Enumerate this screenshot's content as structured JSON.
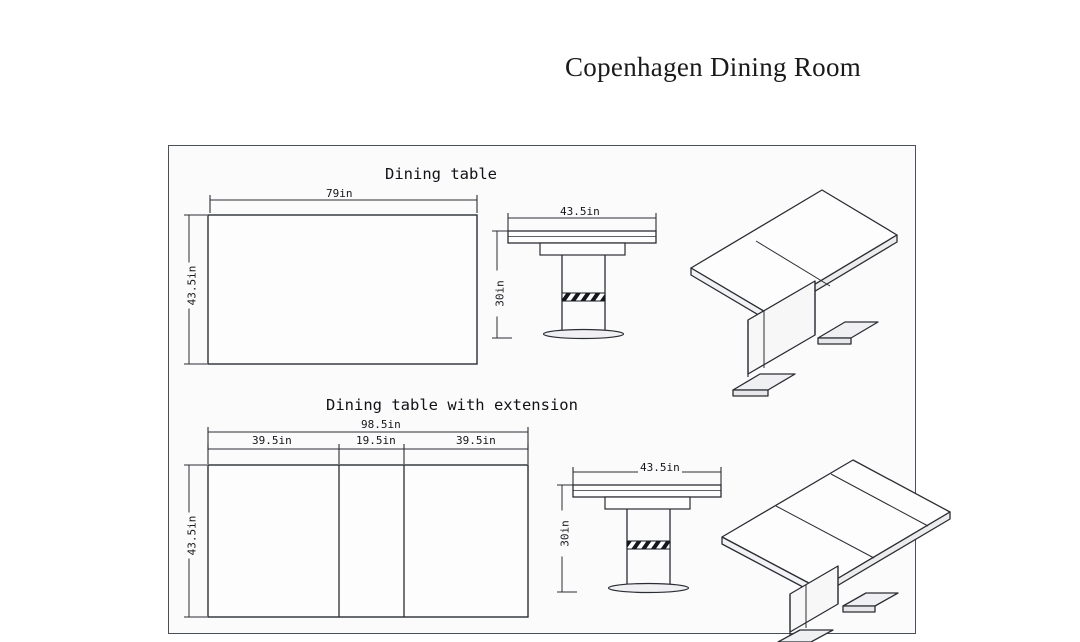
{
  "page": {
    "title": "Copenhagen Dining Room",
    "background_color": "#ffffff",
    "frame_fill": "#fbfbfc",
    "line_color": "#2a2d33"
  },
  "sections": [
    {
      "id": "dining-table",
      "label": "Dining table",
      "views": [
        "top",
        "side",
        "isometric"
      ],
      "dimensions": {
        "top_width": "79in",
        "top_depth": "43.5in",
        "side_width": "43.5in",
        "side_height": "30in"
      }
    },
    {
      "id": "dining-table-with-extension",
      "label": "Dining table with extension",
      "views": [
        "top",
        "side",
        "isometric"
      ],
      "dimensions": {
        "top_width_total": "98.5in",
        "top_segment_left": "39.5in",
        "top_segment_center": "19.5in",
        "top_segment_right": "39.5in",
        "top_depth": "43.5in",
        "side_width": "43.5in",
        "side_height": "30in"
      }
    }
  ],
  "dimension_labels": {
    "top_79in": "79in",
    "top_435_depth": "43.5in",
    "side_435_width": "43.5in",
    "side_30in_height": "30in",
    "ext_985in": "98.5in",
    "ext_395in_left": "39.5in",
    "ext_195in_center": "19.5in",
    "ext_395in_right": "39.5in",
    "ext_435_depth": "43.5in",
    "ext_side_435_width": "43.5in",
    "ext_side_30in_height": "30in"
  }
}
